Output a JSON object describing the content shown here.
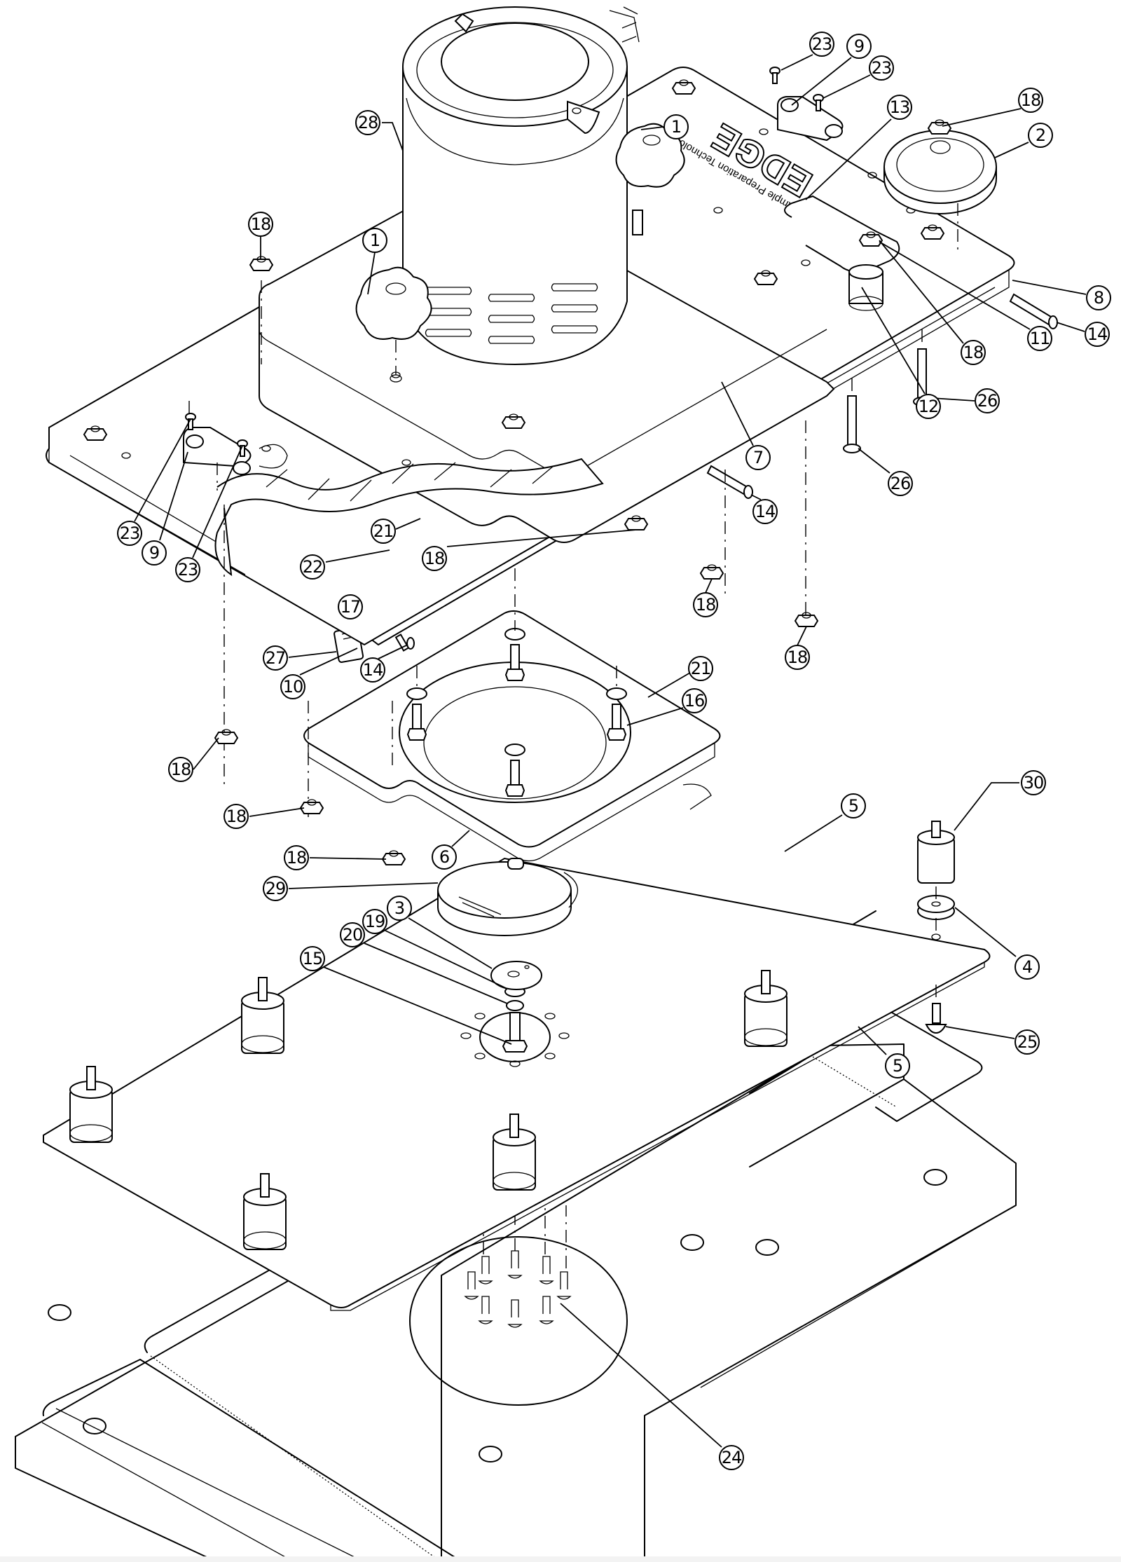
{
  "figure": {
    "type": "exploded-assembly-drawing",
    "logo": {
      "brand": "EDGE",
      "tagline": "Sample Preparation Technology"
    },
    "callouts": [
      {
        "id": "c28a",
        "label": "28"
      },
      {
        "id": "c1a",
        "label": "1"
      },
      {
        "id": "c1b",
        "label": "1"
      },
      {
        "id": "c18a",
        "label": "18"
      },
      {
        "id": "c23a",
        "label": "23"
      },
      {
        "id": "c9a",
        "label": "9"
      },
      {
        "id": "c23b",
        "label": "23"
      },
      {
        "id": "c13a",
        "label": "13"
      },
      {
        "id": "c18b",
        "label": "18"
      },
      {
        "id": "c2a",
        "label": "2"
      },
      {
        "id": "c8a",
        "label": "8"
      },
      {
        "id": "c14a",
        "label": "14"
      },
      {
        "id": "c11a",
        "label": "11"
      },
      {
        "id": "c18c",
        "label": "18"
      },
      {
        "id": "c12a",
        "label": "12"
      },
      {
        "id": "c26a",
        "label": "26"
      },
      {
        "id": "c26b",
        "label": "26"
      },
      {
        "id": "c7a",
        "label": "7"
      },
      {
        "id": "c14b",
        "label": "14"
      },
      {
        "id": "c23c",
        "label": "23"
      },
      {
        "id": "c9b",
        "label": "9"
      },
      {
        "id": "c23d",
        "label": "23"
      },
      {
        "id": "c21a",
        "label": "21"
      },
      {
        "id": "c22a",
        "label": "22"
      },
      {
        "id": "c17a",
        "label": "17"
      },
      {
        "id": "c27a",
        "label": "27"
      },
      {
        "id": "c10a",
        "label": "10"
      },
      {
        "id": "c14c",
        "label": "14"
      },
      {
        "id": "c18d",
        "label": "18"
      },
      {
        "id": "c18e",
        "label": "18"
      },
      {
        "id": "c18f",
        "label": "18"
      },
      {
        "id": "c21b",
        "label": "21"
      },
      {
        "id": "c16a",
        "label": "16"
      },
      {
        "id": "c18g",
        "label": "18"
      },
      {
        "id": "c18h",
        "label": "18"
      },
      {
        "id": "c18i",
        "label": "18"
      },
      {
        "id": "c6a",
        "label": "6"
      },
      {
        "id": "c29a",
        "label": "29"
      },
      {
        "id": "c5a",
        "label": "5"
      },
      {
        "id": "c30a",
        "label": "30"
      },
      {
        "id": "c4a",
        "label": "4"
      },
      {
        "id": "c25a",
        "label": "25"
      },
      {
        "id": "c5b",
        "label": "5"
      },
      {
        "id": "c3a",
        "label": "3"
      },
      {
        "id": "c19a",
        "label": "19"
      },
      {
        "id": "c20a",
        "label": "20"
      },
      {
        "id": "c15a",
        "label": "15"
      },
      {
        "id": "c24a",
        "label": "24"
      }
    ]
  }
}
